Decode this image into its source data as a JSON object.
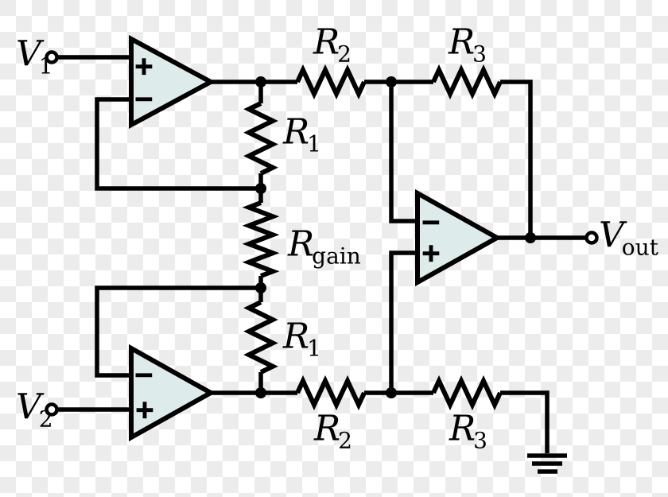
{
  "style": {
    "line_color": "#000000",
    "opamp_fill": "#ddeceb",
    "checker_light": "#ffffff",
    "checker_dark": "#ececec"
  },
  "labels": {
    "v1": {
      "main": "V",
      "sub": "1"
    },
    "v2": {
      "main": "V",
      "sub": "2"
    },
    "vout": {
      "main": "V",
      "sub": "out"
    },
    "r2_top": {
      "main": "R",
      "sub": "2"
    },
    "r3_top": {
      "main": "R",
      "sub": "3"
    },
    "r1_top": {
      "main": "R",
      "sub": "1"
    },
    "rgain": {
      "main": "R",
      "sub": "gain"
    },
    "r1_bottom": {
      "main": "R",
      "sub": "1"
    },
    "r2_bottom": {
      "main": "R",
      "sub": "2"
    },
    "r3_bottom": {
      "main": "R",
      "sub": "3"
    }
  },
  "opamp": {
    "plus": "+",
    "minus": "−"
  }
}
